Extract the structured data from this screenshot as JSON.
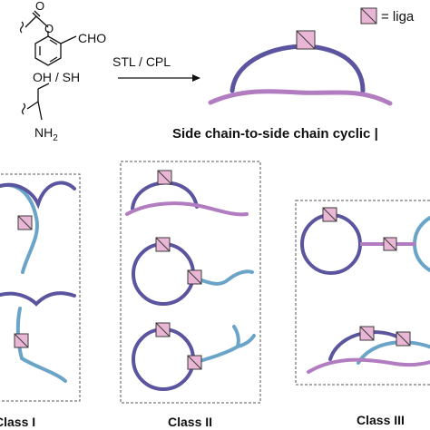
{
  "reagents": {
    "aldehyde": "CHO",
    "nucleophile": "OH / SH",
    "amine": "NH",
    "amine_sub": "2"
  },
  "reaction": {
    "arrow_label": "STL / CPL"
  },
  "legend": {
    "text": "= liga"
  },
  "product_caption": "Side chain-to-side chain cyclic |",
  "classes": {
    "class1": "Class I",
    "class2": "Class II",
    "class3": "Class III"
  },
  "colors": {
    "dark_chain": "#5a559e",
    "pink_chain": "#b27cc0",
    "blue_tail": "#6aa4c8",
    "ligation_fill": "#e9b7d5",
    "ligation_stroke": "#3a3a3a",
    "box_border": "#555555"
  }
}
